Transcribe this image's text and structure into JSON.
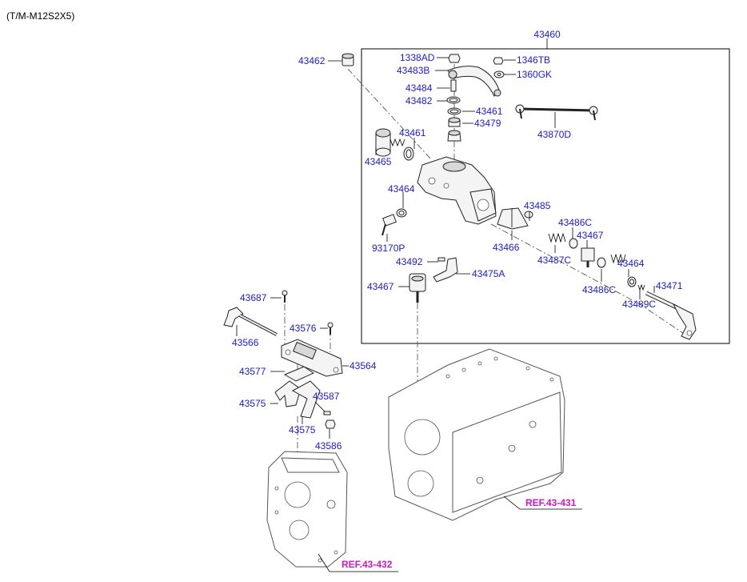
{
  "model_code": "(T/M-M12S2X5)",
  "refs": {
    "ref_431": "REF.43-431",
    "ref_432": "REF.43-432"
  },
  "colors": {
    "part_label": "#1a1ad6",
    "ref_label": "#cc19c8",
    "lines": "#000000"
  },
  "parts": {
    "p43460": "43460",
    "p43462": "43462",
    "p1338AD": "1338AD",
    "p1346TB": "1346TB",
    "p43483B": "43483B",
    "p1360GK": "1360GK",
    "p43484": "43484",
    "p43482": "43482",
    "p43461a": "43461",
    "p43479": "43479",
    "p43870D": "43870D",
    "p43461b": "43461",
    "p43465": "43465",
    "p43464a": "43464",
    "p93170P": "93170P",
    "p43485": "43485",
    "p43486Ca": "43486C",
    "p43467a": "43467",
    "p43466": "43466",
    "p43487C": "43487C",
    "p43464b": "43464",
    "p43492": "43492",
    "p43475A": "43475A",
    "p43467b": "43467",
    "p43471": "43471",
    "p43486Cb": "43486C",
    "p43489C": "43489C",
    "p43687": "43687",
    "p43576": "43576",
    "p43566": "43566",
    "p43564": "43564",
    "p43577": "43577",
    "p43587": "43587",
    "p43575a": "43575",
    "p43575b": "43575",
    "p43586": "43586"
  }
}
